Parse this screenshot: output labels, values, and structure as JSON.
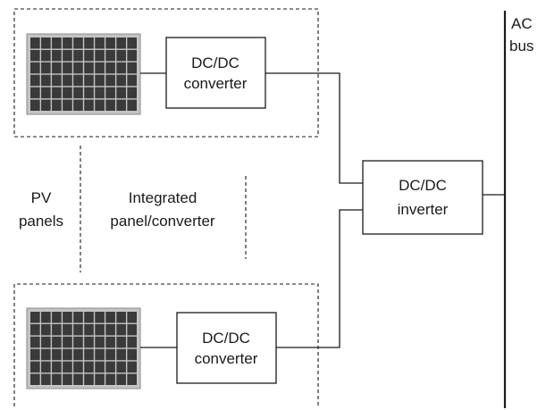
{
  "pv_unit_top": {
    "converter_label_line1": "DC/DC",
    "converter_label_line2": "converter"
  },
  "pv_unit_bottom": {
    "converter_label_line1": "DC/DC",
    "converter_label_line2": "converter"
  },
  "inverter": {
    "label_line1": "DC/DC",
    "label_line2": "inverter"
  },
  "ac_bus": {
    "label_line1": "AC",
    "label_line2": "bus"
  },
  "legend": {
    "pv_panels_line1": "PV",
    "pv_panels_line2": "panels",
    "integrated_line1": "Integrated",
    "integrated_line2": "panel/converter"
  },
  "colors": {
    "panel_frame": "#bfbfbf",
    "panel_cell": "#3a3a3a",
    "line": "#1a1a1a"
  }
}
